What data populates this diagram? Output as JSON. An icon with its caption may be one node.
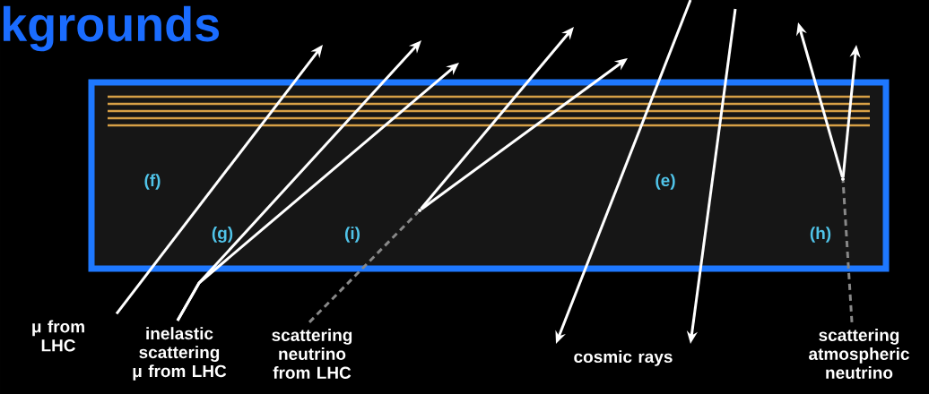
{
  "diagram": {
    "title": "kgrounds",
    "nodes": [
      {
        "text": [],
        "shape": "box"
      },
      {
        "text": [
          "μ from LHC"
        ]
      },
      {
        "text": [
          "inelastic scattering μ from LHC"
        ]
      },
      {
        "text": [
          "scattering neutrino from LHC"
        ]
      },
      {
        "text": [
          "cosmic rays"
        ]
      },
      {
        "text": [
          "scattering atmospheric neutrino"
        ]
      },
      {
        "text": [],
        "shape": "dot",
        "in": 0
      },
      {
        "text": [],
        "shape": "dot",
        "in": 0
      }
    ],
    "edges": [
      {
        "from": 1,
        "to": null,
        "arrow": "to"
      },
      {
        "from": 2,
        "to": null,
        "arrow": "to"
      },
      {
        "from": 2,
        "to": null,
        "arrow": "to"
      },
      {
        "from": 3,
        "to": 6,
        "arrow": "none",
        "style": "dashed",
        "color": "#888888"
      },
      {
        "from": 6,
        "to": null,
        "arrow": "to"
      },
      {
        "from": 6,
        "to": null,
        "arrow": "to"
      },
      {
        "from": null,
        "to": 4,
        "arrow": "to"
      },
      {
        "from": null,
        "to": 4,
        "arrow": "to"
      },
      {
        "from": 5,
        "to": 7,
        "arrow": "none",
        "style": "dashed",
        "color": "#888888"
      },
      {
        "from": 7,
        "to": null,
        "arrow": "to"
      },
      {
        "from": 7,
        "to": null,
        "arrow": "to"
      }
    ],
    "labels": [
      "(f)",
      "(e)",
      "(g)",
      "(i)",
      "(h)"
    ]
  }
}
